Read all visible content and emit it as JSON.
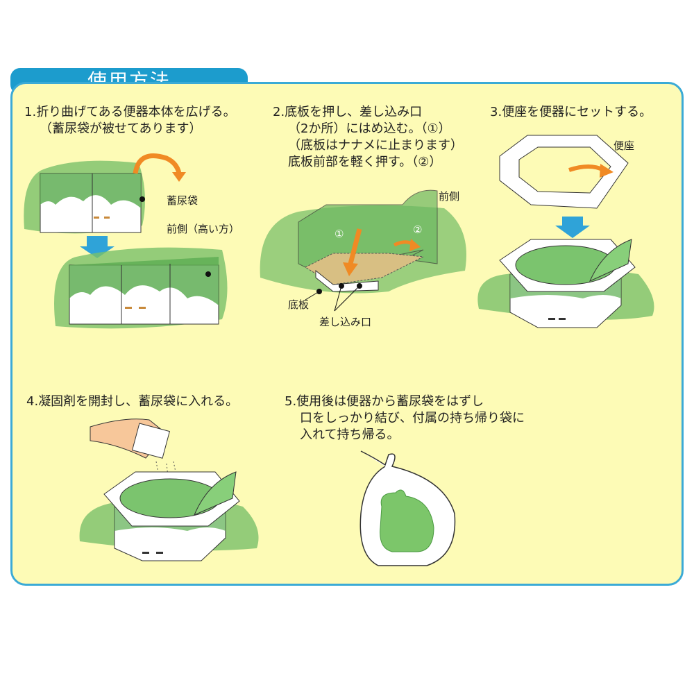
{
  "title": "使用方法",
  "colors": {
    "accent_blue": "#1c9ccd",
    "panel_bg": "#fdfbb6",
    "bag_green": "#6bbf5a",
    "arrow_orange": "#f08a24"
  },
  "steps": [
    {
      "number": "1.",
      "lines": [
        "折り曲げてある便器本体を広げる。",
        "（蓄尿袋が被せてあります）"
      ],
      "labels": {
        "bag": "蓄尿袋",
        "front": "前側（高い方）"
      }
    },
    {
      "number": "2.",
      "lines": [
        "底板を押し、差し込み口",
        "（2か所）にはめ込む。（①）",
        "（底板はナナメに止まります）",
        "底板前部を軽く押す。（②）"
      ],
      "labels": {
        "front": "前側",
        "bottom": "底板",
        "slot": "差し込み口",
        "mark1": "①",
        "mark2": "②"
      }
    },
    {
      "number": "3.",
      "lines": [
        "便座を便器にセットする。"
      ],
      "labels": {
        "seat": "便座"
      }
    },
    {
      "number": "4.",
      "lines": [
        "凝固剤を開封し、蓄尿袋に入れる。"
      ]
    },
    {
      "number": "5.",
      "lines": [
        "使用後は便器から蓄尿袋をはずし",
        "口をしっかり結び、付属の持ち帰り袋に",
        "入れて持ち帰る。"
      ]
    }
  ]
}
